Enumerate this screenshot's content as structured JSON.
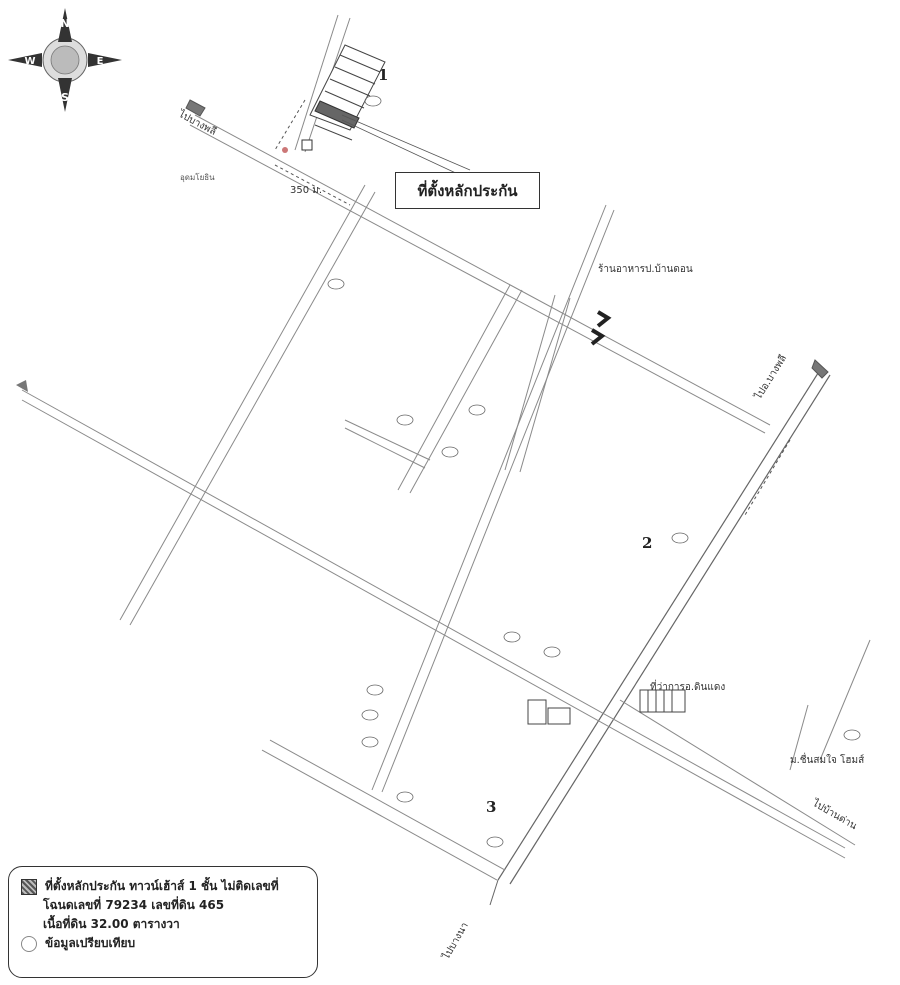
{
  "compass": {
    "n": "N",
    "s": "S",
    "e": "E",
    "w": "W"
  },
  "callout_label": "ที่ตั้งหลักประกัน",
  "markers": {
    "m1": "1",
    "m2": "2",
    "m3": "3"
  },
  "distances": {
    "d350": "350 ม."
  },
  "places": {
    "shop_restaurant": "ร้านอาหารป.บ้านดอน",
    "school": "ที่ว่าการอ.ดินแดง",
    "village_right": "ม.ชื่นสมใจ โฮมส์",
    "landmark_left": "อุดมโยธิน"
  },
  "directions": {
    "to_left": "ไปบางพลี",
    "to_right": "ไปอ.บางพลี",
    "to_bottom_right": "ไปบ้านด่าน",
    "to_bottom": "ไปบางนา"
  },
  "legend": {
    "line1": "ที่ตั้งหลักประกัน ทาวน์เฮ้าส์ 1 ชั้น ไม่ติดเลขที่",
    "line2": "โฉนดเลขที่ 79234 เลขที่ดิน 465",
    "line3": "เนื้อที่ดิน 32.00 ตารางวา",
    "line4": "ข้อมูลเปรียบเทียบ"
  },
  "colors": {
    "road": "#8a8a8a",
    "arrow": "#7a7a7a",
    "hatch": "#555555",
    "border": "#333333"
  }
}
